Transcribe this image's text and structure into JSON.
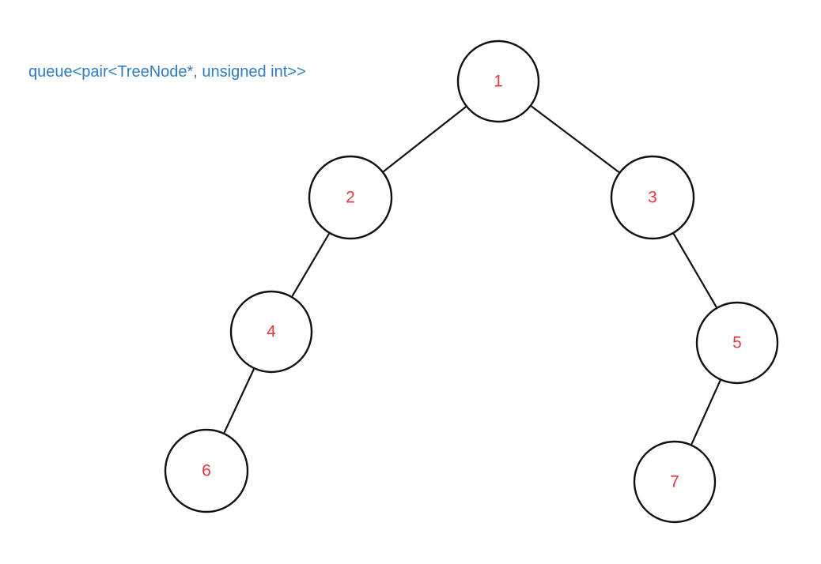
{
  "caption": "queue<pair<TreeNode*, unsigned int>>",
  "colors": {
    "caption": "#2f7cc4",
    "node_label": "#e0383e",
    "stroke": "#111111"
  },
  "tree": {
    "nodes": [
      {
        "id": "n1",
        "label": "1"
      },
      {
        "id": "n2",
        "label": "2"
      },
      {
        "id": "n3",
        "label": "3"
      },
      {
        "id": "n4",
        "label": "4"
      },
      {
        "id": "n5",
        "label": "5"
      },
      {
        "id": "n6",
        "label": "6"
      },
      {
        "id": "n7",
        "label": "7"
      }
    ],
    "edges": [
      {
        "from": "n1",
        "to": "n2"
      },
      {
        "from": "n1",
        "to": "n3"
      },
      {
        "from": "n2",
        "to": "n4"
      },
      {
        "from": "n3",
        "to": "n5"
      },
      {
        "from": "n4",
        "to": "n6"
      },
      {
        "from": "n5",
        "to": "n7"
      }
    ]
  }
}
